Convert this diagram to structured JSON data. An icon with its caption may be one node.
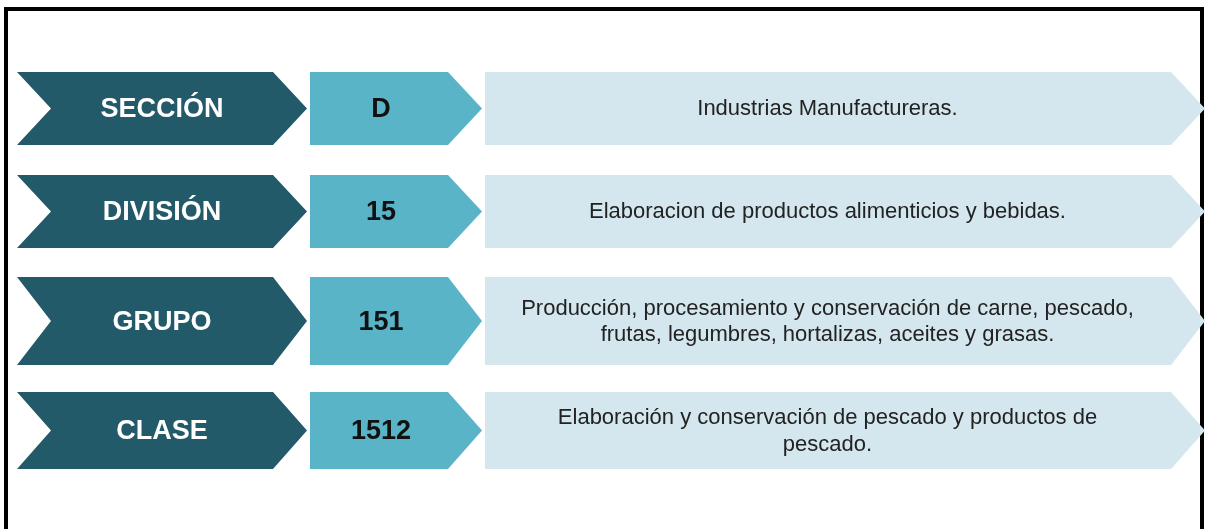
{
  "diagram": {
    "nodes": [
      {
        "text": [
          "SECCIÓN"
        ]
      },
      {
        "text": [
          "D"
        ]
      },
      {
        "text": [
          "Industrias Manufactureras."
        ]
      },
      {
        "text": [
          "DIVISIÓN"
        ]
      },
      {
        "text": [
          "15"
        ]
      },
      {
        "text": [
          "Elaboracion de productos alimenticios y bebidas."
        ]
      },
      {
        "text": [
          "GRUPO"
        ]
      },
      {
        "text": [
          "151"
        ]
      },
      {
        "text": [
          "Producción, procesamiento y conservación de carne, pescado, frutas, legumbres, hortalizas, aceites y grasas."
        ]
      },
      {
        "text": [
          "CLASE"
        ]
      },
      {
        "text": [
          "1512"
        ]
      },
      {
        "text": [
          "Elaboración y conservación de pescado y productos de pescado."
        ]
      }
    ]
  }
}
